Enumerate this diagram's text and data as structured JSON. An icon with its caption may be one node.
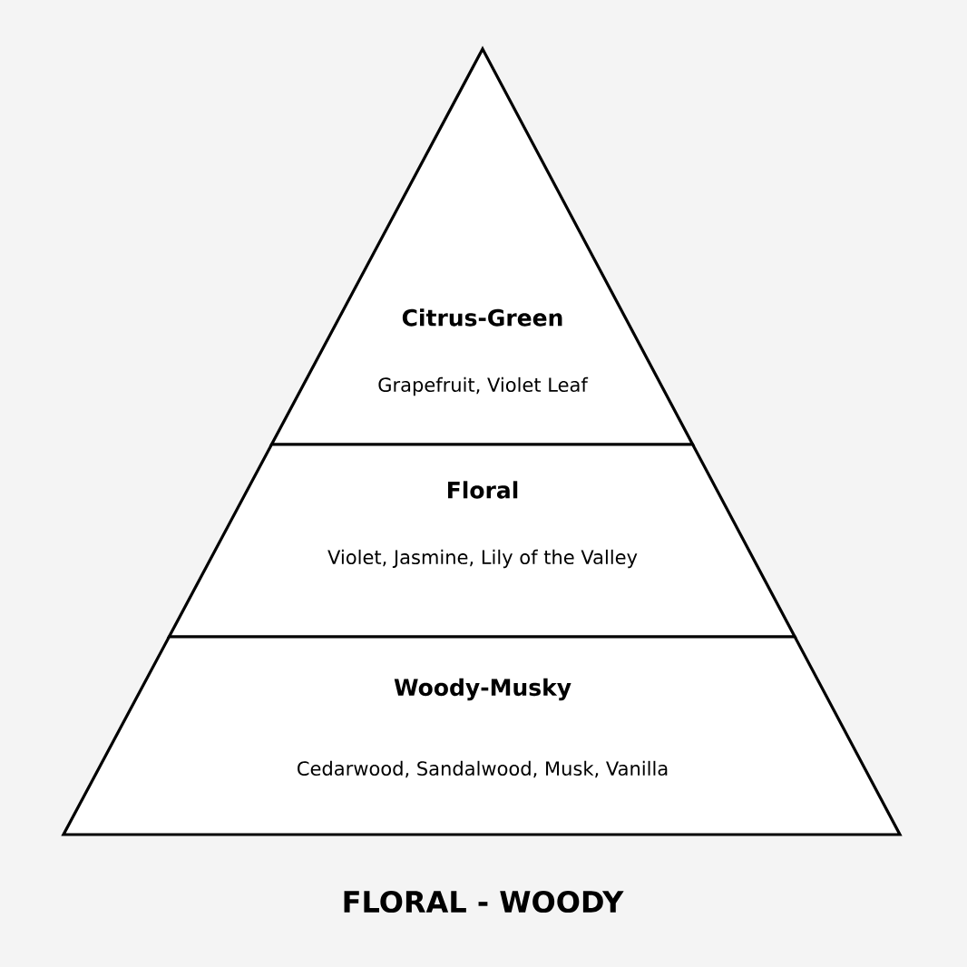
{
  "diagram": {
    "title": "FLORAL - WOODY",
    "nodes": [
      {
        "text": [
          "Citrus-Green",
          "Grapefruit, Violet Leaf"
        ]
      },
      {
        "text": [
          "Floral",
          "Violet, Jasmine, Lily of the Valley"
        ]
      },
      {
        "text": [
          "Woody-Musky",
          "Cedarwood, Sandalwood, Musk, Vanilla"
        ]
      }
    ]
  }
}
